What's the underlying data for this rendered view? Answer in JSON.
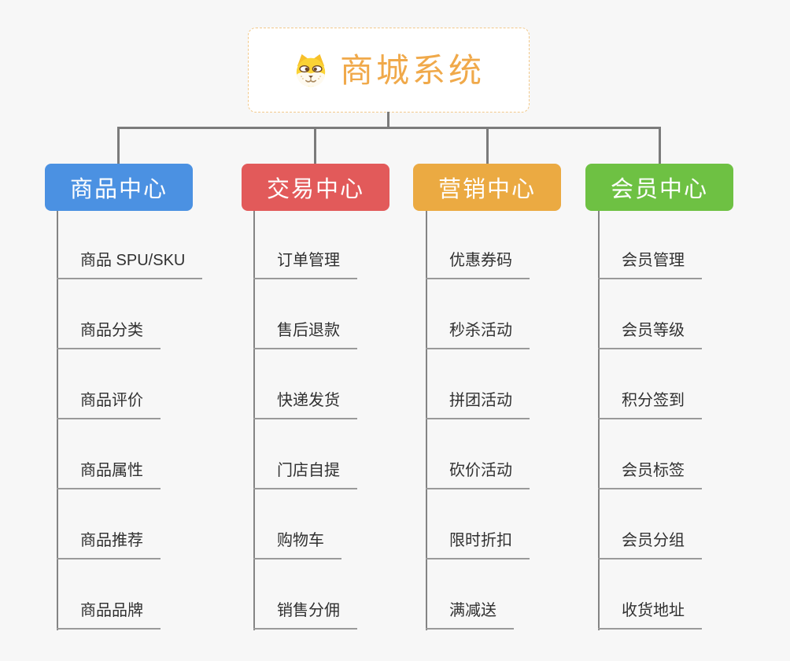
{
  "root": {
    "title": "商城系统",
    "icon": "shiba-dog-icon"
  },
  "colors": {
    "background": "#F7F7F7",
    "connector": "#7B7B7B",
    "underline": "#9A9A9A",
    "item_text": "#303030",
    "root_text": "#F0A94A",
    "root_border": "#F2C98B",
    "branch_text": "#FFFFFF"
  },
  "branches": [
    {
      "label": "商品中心",
      "color": "#4B91E2",
      "items": [
        "商品 SPU/SKU",
        "商品分类",
        "商品评价",
        "商品属性",
        "商品推荐",
        "商品品牌"
      ]
    },
    {
      "label": "交易中心",
      "color": "#E25A5A",
      "items": [
        "订单管理",
        "售后退款",
        "快递发货",
        "门店自提",
        "购物车",
        "销售分佣"
      ]
    },
    {
      "label": "营销中心",
      "color": "#EBAA42",
      "items": [
        "优惠券码",
        "秒杀活动",
        "拼团活动",
        "砍价活动",
        "限时折扣",
        "满减送"
      ]
    },
    {
      "label": "会员中心",
      "color": "#6EC143",
      "items": [
        "会员管理",
        "会员等级",
        "积分签到",
        "会员标签",
        "会员分组",
        "收货地址"
      ]
    }
  ]
}
